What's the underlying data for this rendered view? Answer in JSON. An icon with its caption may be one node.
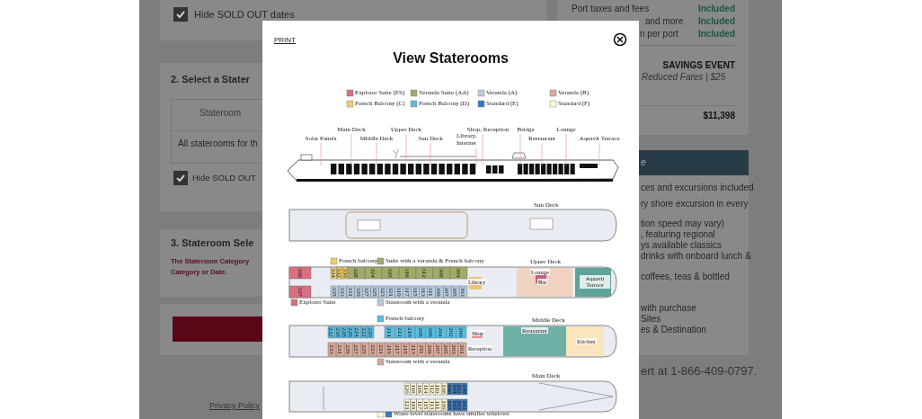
{
  "diagram": {
    "title": "View Staterooms",
    "nodes": [
      {
        "text": [
          "Solar Panels"
        ]
      },
      {
        "text": [
          "Main Deck"
        ]
      },
      {
        "text": [
          "Middle Deck"
        ]
      },
      {
        "text": [
          "Upper Deck"
        ]
      },
      {
        "text": [
          "Sun Deck"
        ]
      },
      {
        "text": [
          "Library, Internet"
        ]
      },
      {
        "text": [
          "Shop, Reception"
        ]
      },
      {
        "text": [
          "Bridge"
        ]
      },
      {
        "text": [
          "Restaurant"
        ]
      },
      {
        "text": [
          "Lounge"
        ]
      },
      {
        "text": [
          "Aquavit Terrace"
        ]
      }
    ],
    "edges": [
      {
        "from": 0,
        "to": null,
        "arrow": "none"
      },
      {
        "from": 1,
        "to": null,
        "arrow": "none"
      },
      {
        "from": 2,
        "to": null,
        "arrow": "none"
      },
      {
        "from": 3,
        "to": null,
        "arrow": "none"
      },
      {
        "from": 4,
        "to": null,
        "arrow": "none"
      },
      {
        "from": 5,
        "to": null,
        "arrow": "none"
      },
      {
        "from": 6,
        "to": null,
        "arrow": "none"
      },
      {
        "from": 7,
        "to": null,
        "arrow": "none"
      },
      {
        "from": 8,
        "to": null,
        "arrow": "none"
      },
      {
        "from": 9,
        "to": null,
        "arrow": "none"
      },
      {
        "from": 10,
        "to": null,
        "arrow": "none"
      }
    ],
    "labels": [
      "Hide SOLD OUT dates",
      "2. Select a Stater",
      "Stateroom",
      "All staterooms for th",
      "Hide SOLD OUT",
      "3. Stateroom Sele",
      "The Stateroom Category",
      "Category or Date.",
      "Privacy Policy",
      "Port taxes and fees",
      "Included",
      "and more",
      "Included",
      "n per port",
      "Included",
      "SAVINGS EVENT",
      "Reduced Fares | $25",
      "$11,398",
      "e",
      "ces and excursions included",
      "ry shore excursion in every",
      "tion speed may vary)",
      ", featuring regional",
      "ys available classics",
      "drinks with onboard lunch &",
      "coffees, teas  & bottled",
      "with purchase",
      "Sites",
      "es & Destination",
      "ert at 1-866-409-0797.",
      "PRINT",
      "Sun Deck",
      "Upper Deck",
      "Middle Deck",
      "Main Deck",
      "Library",
      "Lounge",
      "Bar",
      "Aquavit Terrace",
      "Shop",
      "Reception",
      "Restaurant",
      "Kitchen",
      "336",
      "337",
      "334",
      "332",
      "330",
      "328",
      "324",
      "320",
      "316",
      "312",
      "308",
      "304",
      "335",
      "333",
      "331",
      "329",
      "327",
      "325",
      "323",
      "321",
      "319",
      "317",
      "315",
      "313",
      "311",
      "309",
      "307",
      "305",
      "303",
      "232",
      "230",
      "228",
      "226",
      "224",
      "222",
      "220",
      "214",
      "212",
      "210",
      "208",
      "206",
      "204",
      "202",
      "200",
      "233",
      "231",
      "229",
      "227",
      "225",
      "223",
      "221",
      "219",
      "217",
      "215",
      "213",
      "211",
      "209",
      "207",
      "205",
      "203",
      "201",
      "120",
      "118",
      "116",
      "114",
      "112",
      "110",
      "108",
      "106",
      "104",
      "102",
      "100",
      "121",
      "119",
      "117",
      "115",
      "113",
      "111",
      "109",
      "107",
      "105",
      "103",
      "101"
    ],
    "legend": [
      {
        "text": "Explorer Suite (ES)",
        "color": "#d9707f"
      },
      {
        "text": "Veranda Suite (AA)",
        "color": "#a3a96a"
      },
      {
        "text": "Veranda (A)",
        "color": "#b8cce0"
      },
      {
        "text": "Veranda (B)",
        "color": "#d7a99b"
      },
      {
        "text": "French Balcony (C)",
        "color": "#f0cc6a"
      },
      {
        "text": "French Balcony (D)",
        "color": "#5bbde0"
      },
      {
        "text": "Standard (E)",
        "color": "#3a78c0"
      },
      {
        "text": "Standard (F)",
        "color": "#fdf6d5"
      },
      {
        "text": "French balcony",
        "color": "#f0cc6a"
      },
      {
        "text": "Suite with a veranda & French balcony",
        "color": "#a3a96a"
      },
      {
        "text": "Explorer Suite",
        "color": "#d9707f"
      },
      {
        "text": "Stateroom with a veranda",
        "color": "#b8cce0"
      },
      {
        "text": "French balcony",
        "color": "#5bbde0"
      },
      {
        "text": "Stateroom with a veranda",
        "color": "#d7a99b"
      },
      {
        "text": "Water-level staterooms have smaller windows",
        "color": "#fdf6d5"
      }
    ]
  }
}
